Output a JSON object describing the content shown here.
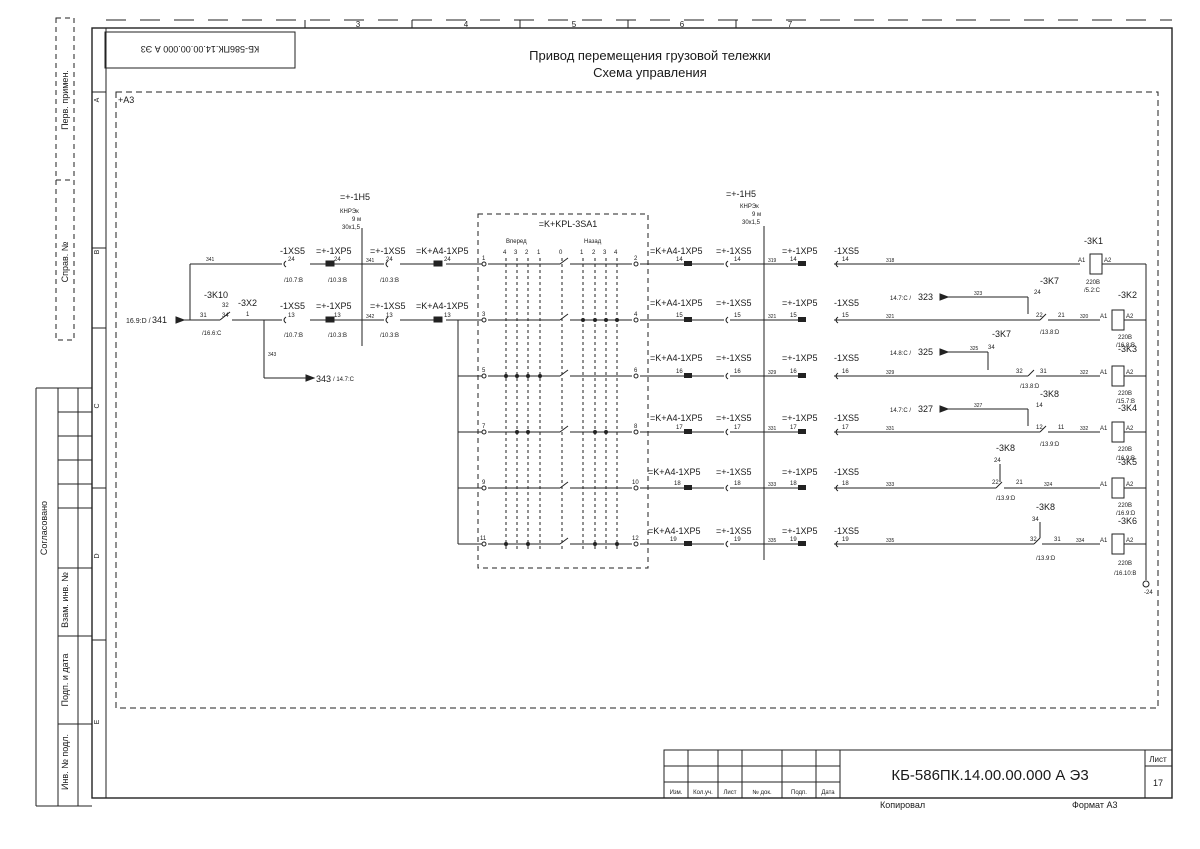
{
  "sheet": {
    "title_line1": "Привод перемещения грузовой тележки",
    "title_line2": "Схема управления",
    "code": "КБ-586ПК.14.00.00.000 А Э3",
    "code_mirrored": "КБ-586ПК.14.00.00.000 А Э3",
    "sheet_label": "Лист",
    "sheet_number": "17",
    "copied": "Копировал",
    "format": "Формат   А3",
    "assembly": "+А3",
    "columns": [
      "3",
      "4",
      "5",
      "6",
      "7"
    ],
    "rows": [
      "A",
      "B",
      "C",
      "D",
      "E"
    ],
    "stamp_headers": [
      "Изм.",
      "Кол.уч.",
      "Лист",
      "№ док.",
      "Подп.",
      "Дата"
    ],
    "side_labels": {
      "perv": "Перв. примен.",
      "sprav": "Справ. №",
      "soglas": "Согласовано",
      "vzam": "Взам. инв. №",
      "podp": "Подп. и дата",
      "inv": "Инв. № подл."
    }
  },
  "schematic": {
    "input_ref": "16.9:D /",
    "input_wire": "341",
    "k10": {
      "name": "-3K10",
      "t31": "31",
      "t32": "32",
      "t34": "34",
      "ref": "/16.6:C"
    },
    "x2": {
      "name": "-3X2",
      "pin": "1"
    },
    "w343": "343",
    "w343_out": "343",
    "w343_ref": "/ 14.7:C",
    "cable_h5_left": {
      "name": "=+-1H5",
      "type": "КНРЭк",
      "len": "9 м",
      "sec": "30х1,5"
    },
    "cable_h5_right": {
      "name": "=+-1H5",
      "type": "КНРЭк",
      "len": "9 м",
      "sec": "30х1,5"
    },
    "upper_rows": [
      {
        "xs5": "-1XS5",
        "pin": "24",
        "xs5_ref": "/10.7:B",
        "xp5": "=+-1XP5",
        "xp5_pin": "24",
        "xp5_ref": "/10.3:B",
        "w": "341",
        "xs5b": "=+-1XS5",
        "xs5b_pin": "24",
        "xs5b_ref": "/10.3:B",
        "ka4": "=K+A4-1XP5",
        "ka4_pin": "24"
      },
      {
        "xs5": "-1XS5",
        "pin": "13",
        "xs5_ref": "/10.7:B",
        "xp5": "=+-1XP5",
        "xp5_pin": "13",
        "xp5_ref": "/10.3:B",
        "w": "342",
        "xs5b": "=+-1XS5",
        "xs5b_pin": "13",
        "xs5b_ref": "/10.3:B",
        "ka4": "=K+A4-1XP5",
        "ka4_pin": "13"
      }
    ],
    "switch": {
      "name": "=K+KPL-3SA1",
      "fwd": "Вперед",
      "back": "Назад",
      "positions": [
        "4",
        "3",
        "2",
        "1",
        "0",
        "1",
        "2",
        "3",
        "4"
      ],
      "in_pins": [
        "1",
        "3",
        "5",
        "7",
        "9",
        "11"
      ],
      "out_pins": [
        "2",
        "4",
        "6",
        "8",
        "10",
        "12"
      ]
    },
    "out_rows": [
      {
        "ka4": "=K+A4-1XP5",
        "p": "14",
        "xs5": "=+-1XS5",
        "xp5": "=+-1XP5",
        "xs5b": "-1XS5",
        "w1": "319",
        "w2": "318"
      },
      {
        "ka4": "=K+A4-1XP5",
        "p": "15",
        "xs5": "=+-1XS5",
        "xp5": "=+-1XP5",
        "xs5b": "-1XS5",
        "w1": "321",
        "w2": "321"
      },
      {
        "ka4": "=K+A4-1XP5",
        "p": "16",
        "xs5": "=+-1XS5",
        "xp5": "=+-1XP5",
        "xs5b": "-1XS5",
        "w1": "329",
        "w2": "329"
      },
      {
        "ka4": "=K+A4-1XP5",
        "p": "17",
        "xs5": "=+-1XS5",
        "xp5": "=+-1XP5",
        "xs5b": "-1XS5",
        "w1": "331",
        "w2": "331"
      },
      {
        "ka4": "=K+A4-1XP5",
        "p": "18",
        "xs5": "=+-1XS5",
        "xp5": "=+-1XP5",
        "xs5b": "-1XS5",
        "w1": "333",
        "w2": "333"
      },
      {
        "ka4": "=K+A4-1XP5",
        "p": "19",
        "xs5": "=+-1XS5",
        "xp5": "=+-1XP5",
        "xs5b": "-1XS5",
        "w1": "335",
        "w2": "335"
      }
    ],
    "branches": [
      {
        "ref": "14.7:C /",
        "wire": "323",
        "w_small": "323"
      },
      {
        "ref": "14.8:C /",
        "wire": "325",
        "w_small": "325"
      },
      {
        "ref": "14.7:C /",
        "wire": "327",
        "w_small": "327"
      }
    ],
    "contacts": [
      {
        "name": "-3K7",
        "top": "24",
        "a": "22",
        "b": "21",
        "w": "320",
        "ref": "/13.8:D"
      },
      {
        "name": "-3K7",
        "top": "34",
        "a": "32",
        "b": "31",
        "w": "322",
        "ref": "/13.8:D"
      },
      {
        "name": "-3K8",
        "top": "14",
        "a": "12",
        "b": "11",
        "w": "332",
        "ref": "/13.9:D"
      },
      {
        "name": "-3K8",
        "top": "24",
        "a": "22",
        "b": "21",
        "w": "324",
        "ref": "/13.9:D"
      },
      {
        "name": "-3K8",
        "top": "34",
        "a": "32",
        "b": "31",
        "w": "334",
        "ref": "/13.9:D"
      }
    ],
    "coils": [
      {
        "name": "-3K1",
        "volt": "220В",
        "ref": "/5.2:C"
      },
      {
        "name": "-3K2",
        "volt": "220В",
        "ref": "/16.8:B"
      },
      {
        "name": "-3K3",
        "volt": "220В",
        "ref": "/15.7:B"
      },
      {
        "name": "-3K4",
        "volt": "220В",
        "ref": "/16.9:B"
      },
      {
        "name": "-3K5",
        "volt": "220В",
        "ref": "/16.9:D"
      },
      {
        "name": "-3K6",
        "volt": "220В",
        "ref": "/16.10:B"
      }
    ],
    "coil_a1": "A1",
    "coil_a2": "A2",
    "ground_ref": "-24"
  }
}
